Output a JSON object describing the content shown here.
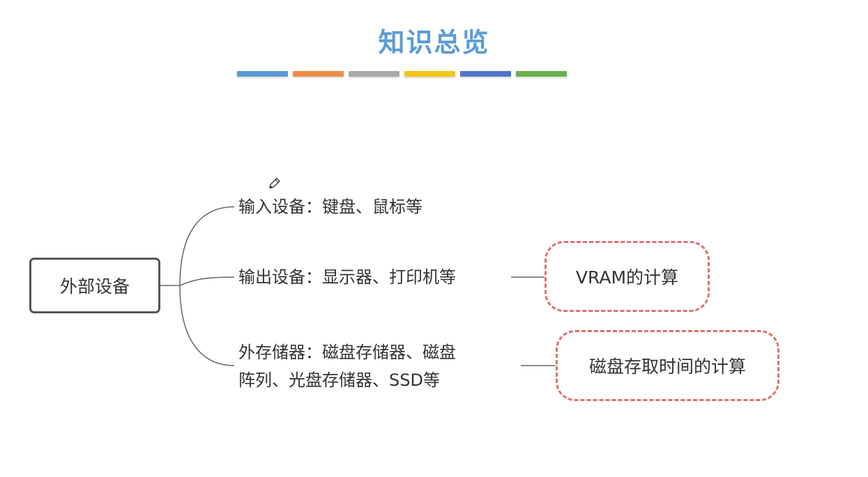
{
  "title": {
    "text": "知识总览",
    "color": "#5b9bd5"
  },
  "color_bar": [
    "#5b9bd5",
    "#f08c46",
    "#aaaaaa",
    "#f5c518",
    "#4f74c8",
    "#6ab04c"
  ],
  "root": {
    "label": "外部设备"
  },
  "branches": {
    "input": {
      "line1": "输入设备：键盘、鼠标等"
    },
    "output": {
      "line1": "输出设备：显示器、打印机等"
    },
    "storage": {
      "line1": "外存储器：磁盘存储器、磁盘",
      "line2": "阵列、光盘存储器、SSD等"
    }
  },
  "notes": {
    "vram": "VRAM的计算",
    "disk": "磁盘存取时间的计算"
  },
  "icons": {
    "cursor": "pencil-icon"
  }
}
